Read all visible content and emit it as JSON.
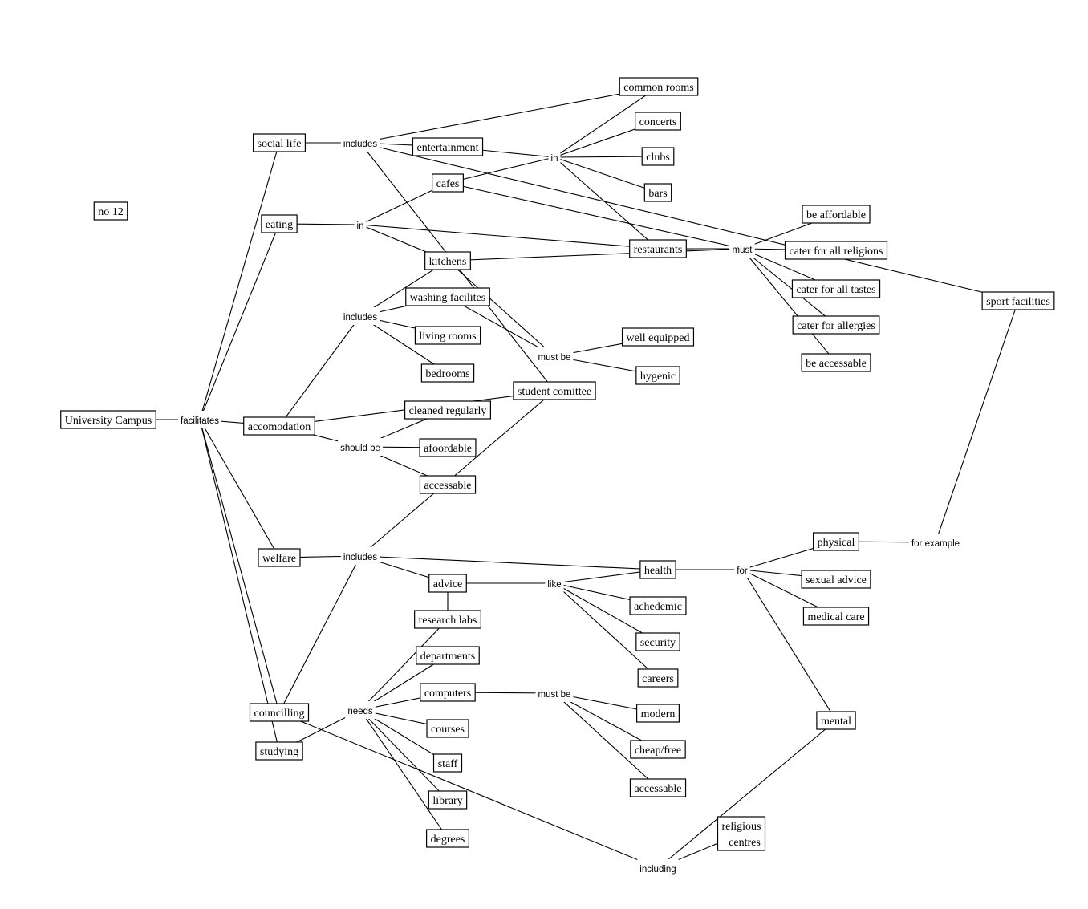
{
  "nodes": [
    {
      "id": "no12",
      "label": "no 12",
      "kind": "box"
    },
    {
      "id": "uc",
      "label": "University Campus",
      "kind": "box"
    },
    {
      "id": "social",
      "label": "social life",
      "kind": "box"
    },
    {
      "id": "eating",
      "label": "eating",
      "kind": "box"
    },
    {
      "id": "accom",
      "label": "accomodation",
      "kind": "box"
    },
    {
      "id": "welfare",
      "label": "welfare",
      "kind": "box"
    },
    {
      "id": "councilling",
      "label": "councilling",
      "kind": "box"
    },
    {
      "id": "studying",
      "label": "studying",
      "kind": "box"
    },
    {
      "id": "entertainment",
      "label": "entertainment",
      "kind": "box"
    },
    {
      "id": "cafes",
      "label": "cafes",
      "kind": "box"
    },
    {
      "id": "kitchens",
      "label": "kitchens",
      "kind": "box"
    },
    {
      "id": "washing",
      "label": "washing facilites",
      "kind": "box"
    },
    {
      "id": "living",
      "label": "living rooms",
      "kind": "box"
    },
    {
      "id": "bedrooms",
      "label": "bedrooms",
      "kind": "box"
    },
    {
      "id": "cleaned",
      "label": "cleaned regularly",
      "kind": "box"
    },
    {
      "id": "afoordable",
      "label": "afoordable",
      "kind": "box"
    },
    {
      "id": "accessable1",
      "label": "accessable",
      "kind": "box"
    },
    {
      "id": "committee",
      "label": "student comittee",
      "kind": "box"
    },
    {
      "id": "common",
      "label": "common rooms",
      "kind": "box"
    },
    {
      "id": "concerts",
      "label": "concerts",
      "kind": "box"
    },
    {
      "id": "clubs",
      "label": "clubs",
      "kind": "box"
    },
    {
      "id": "bars",
      "label": "bars",
      "kind": "box"
    },
    {
      "id": "restaurants",
      "label": "restaurants",
      "kind": "box"
    },
    {
      "id": "wellequipped",
      "label": "well equipped",
      "kind": "box"
    },
    {
      "id": "hygenic",
      "label": "hygenic",
      "kind": "box"
    },
    {
      "id": "beaffordable",
      "label": "be affordable",
      "kind": "box"
    },
    {
      "id": "religions",
      "label": "cater for all religions",
      "kind": "box"
    },
    {
      "id": "tastes",
      "label": "cater for all tastes",
      "kind": "box"
    },
    {
      "id": "allergies",
      "label": "cater for allergies",
      "kind": "box"
    },
    {
      "id": "beaccessable",
      "label": "be accessable",
      "kind": "box"
    },
    {
      "id": "sport",
      "label": "sport facilities",
      "kind": "box"
    },
    {
      "id": "advice",
      "label": "advice",
      "kind": "box"
    },
    {
      "id": "research",
      "label": "research labs",
      "kind": "box"
    },
    {
      "id": "departments",
      "label": "departments",
      "kind": "box"
    },
    {
      "id": "computers",
      "label": "computers",
      "kind": "box"
    },
    {
      "id": "courses",
      "label": "courses",
      "kind": "box"
    },
    {
      "id": "staff",
      "label": "staff",
      "kind": "box"
    },
    {
      "id": "library",
      "label": "library",
      "kind": "box"
    },
    {
      "id": "degrees",
      "label": "degrees",
      "kind": "box"
    },
    {
      "id": "health",
      "label": "health",
      "kind": "box"
    },
    {
      "id": "achedemic",
      "label": "achedemic",
      "kind": "box"
    },
    {
      "id": "security",
      "label": "security",
      "kind": "box"
    },
    {
      "id": "careers",
      "label": "careers",
      "kind": "box"
    },
    {
      "id": "modern",
      "label": "modern",
      "kind": "box"
    },
    {
      "id": "cheap",
      "label": "cheap/free",
      "kind": "box"
    },
    {
      "id": "accessable2",
      "label": "accessable",
      "kind": "box"
    },
    {
      "id": "physical",
      "label": "physical",
      "kind": "box"
    },
    {
      "id": "sexual",
      "label": "sexual advice",
      "kind": "box"
    },
    {
      "id": "medical",
      "label": "medical care",
      "kind": "box"
    },
    {
      "id": "mental",
      "label": "mental",
      "kind": "box"
    },
    {
      "id": "religious",
      "label": "religious centres",
      "kind": "box2"
    },
    {
      "id": "facilitates",
      "label": "facilitates",
      "kind": "link"
    },
    {
      "id": "includes1",
      "label": "includes",
      "kind": "link"
    },
    {
      "id": "in1",
      "label": "in",
      "kind": "link"
    },
    {
      "id": "includes2",
      "label": "includes",
      "kind": "link"
    },
    {
      "id": "shouldbe",
      "label": "should be",
      "kind": "link"
    },
    {
      "id": "includes3",
      "label": "includes",
      "kind": "link"
    },
    {
      "id": "needs",
      "label": "needs",
      "kind": "link"
    },
    {
      "id": "in2",
      "label": "in",
      "kind": "link"
    },
    {
      "id": "must1",
      "label": "must",
      "kind": "link"
    },
    {
      "id": "mustbe1",
      "label": "must be",
      "kind": "link"
    },
    {
      "id": "like",
      "label": "like",
      "kind": "link"
    },
    {
      "id": "mustbe2",
      "label": "must be",
      "kind": "link"
    },
    {
      "id": "for",
      "label": "for",
      "kind": "link"
    },
    {
      "id": "forexample",
      "label": "for example",
      "kind": "link"
    },
    {
      "id": "including",
      "label": "including",
      "kind": "link"
    }
  ],
  "links": [
    [
      "uc",
      "facilitates"
    ],
    [
      "facilitates",
      "social"
    ],
    [
      "facilitates",
      "eating"
    ],
    [
      "facilitates",
      "accom"
    ],
    [
      "facilitates",
      "welfare"
    ],
    [
      "facilitates",
      "councilling"
    ],
    [
      "facilitates",
      "studying"
    ],
    [
      "social",
      "includes1"
    ],
    [
      "includes1",
      "entertainment"
    ],
    [
      "includes1",
      "common"
    ],
    [
      "includes1",
      "sport"
    ],
    [
      "includes1",
      "committee"
    ],
    [
      "eating",
      "in1"
    ],
    [
      "in1",
      "cafes"
    ],
    [
      "in1",
      "restaurants"
    ],
    [
      "in1",
      "kitchens"
    ],
    [
      "entertainment",
      "in2"
    ],
    [
      "cafes",
      "in2"
    ],
    [
      "in2",
      "common"
    ],
    [
      "in2",
      "concerts"
    ],
    [
      "in2",
      "clubs"
    ],
    [
      "in2",
      "bars"
    ],
    [
      "in2",
      "restaurants"
    ],
    [
      "cafes",
      "must1"
    ],
    [
      "restaurants",
      "must1"
    ],
    [
      "kitchens",
      "must1"
    ],
    [
      "must1",
      "beaffordable"
    ],
    [
      "must1",
      "religions"
    ],
    [
      "must1",
      "tastes"
    ],
    [
      "must1",
      "allergies"
    ],
    [
      "must1",
      "beaccessable"
    ],
    [
      "accom",
      "includes2"
    ],
    [
      "includes2",
      "kitchens"
    ],
    [
      "includes2",
      "washing"
    ],
    [
      "includes2",
      "living"
    ],
    [
      "includes2",
      "bedrooms"
    ],
    [
      "kitchens",
      "mustbe1"
    ],
    [
      "washing",
      "mustbe1"
    ],
    [
      "mustbe1",
      "wellequipped"
    ],
    [
      "mustbe1",
      "hygenic"
    ],
    [
      "accom",
      "shouldbe"
    ],
    [
      "shouldbe",
      "cleaned"
    ],
    [
      "shouldbe",
      "afoordable"
    ],
    [
      "shouldbe",
      "accessable1"
    ],
    [
      "accom",
      "committee"
    ],
    [
      "welfare",
      "includes3"
    ],
    [
      "councilling",
      "includes3"
    ],
    [
      "includes3",
      "health"
    ],
    [
      "includes3",
      "advice"
    ],
    [
      "includes3",
      "committee"
    ],
    [
      "advice",
      "like"
    ],
    [
      "like",
      "health"
    ],
    [
      "like",
      "achedemic"
    ],
    [
      "like",
      "security"
    ],
    [
      "like",
      "careers"
    ],
    [
      "studying",
      "needs"
    ],
    [
      "needs",
      "research"
    ],
    [
      "needs",
      "departments"
    ],
    [
      "needs",
      "computers"
    ],
    [
      "needs",
      "courses"
    ],
    [
      "needs",
      "staff"
    ],
    [
      "needs",
      "library"
    ],
    [
      "needs",
      "degrees"
    ],
    [
      "advice",
      "research"
    ],
    [
      "computers",
      "mustbe2"
    ],
    [
      "mustbe2",
      "modern"
    ],
    [
      "mustbe2",
      "cheap"
    ],
    [
      "mustbe2",
      "accessable2"
    ],
    [
      "health",
      "for"
    ],
    [
      "for",
      "physical"
    ],
    [
      "for",
      "sexual"
    ],
    [
      "for",
      "medical"
    ],
    [
      "for",
      "mental"
    ],
    [
      "physical",
      "forexample"
    ],
    [
      "forexample",
      "sport"
    ],
    [
      "councilling",
      "including"
    ],
    [
      "including",
      "religious"
    ],
    [
      "including",
      "mental"
    ]
  ]
}
